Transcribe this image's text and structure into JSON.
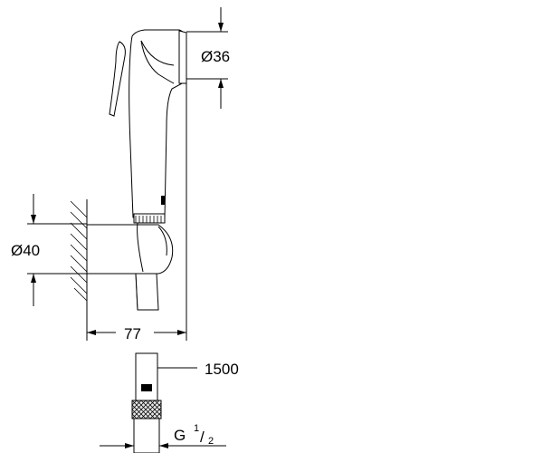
{
  "drawing": {
    "labels": {
      "head_diameter": "Ø36",
      "holder_diameter": "Ø40",
      "projection": "77",
      "hose_length": "1500",
      "thread_prefix": "G",
      "thread_num": "1",
      "thread_den": "2"
    }
  }
}
